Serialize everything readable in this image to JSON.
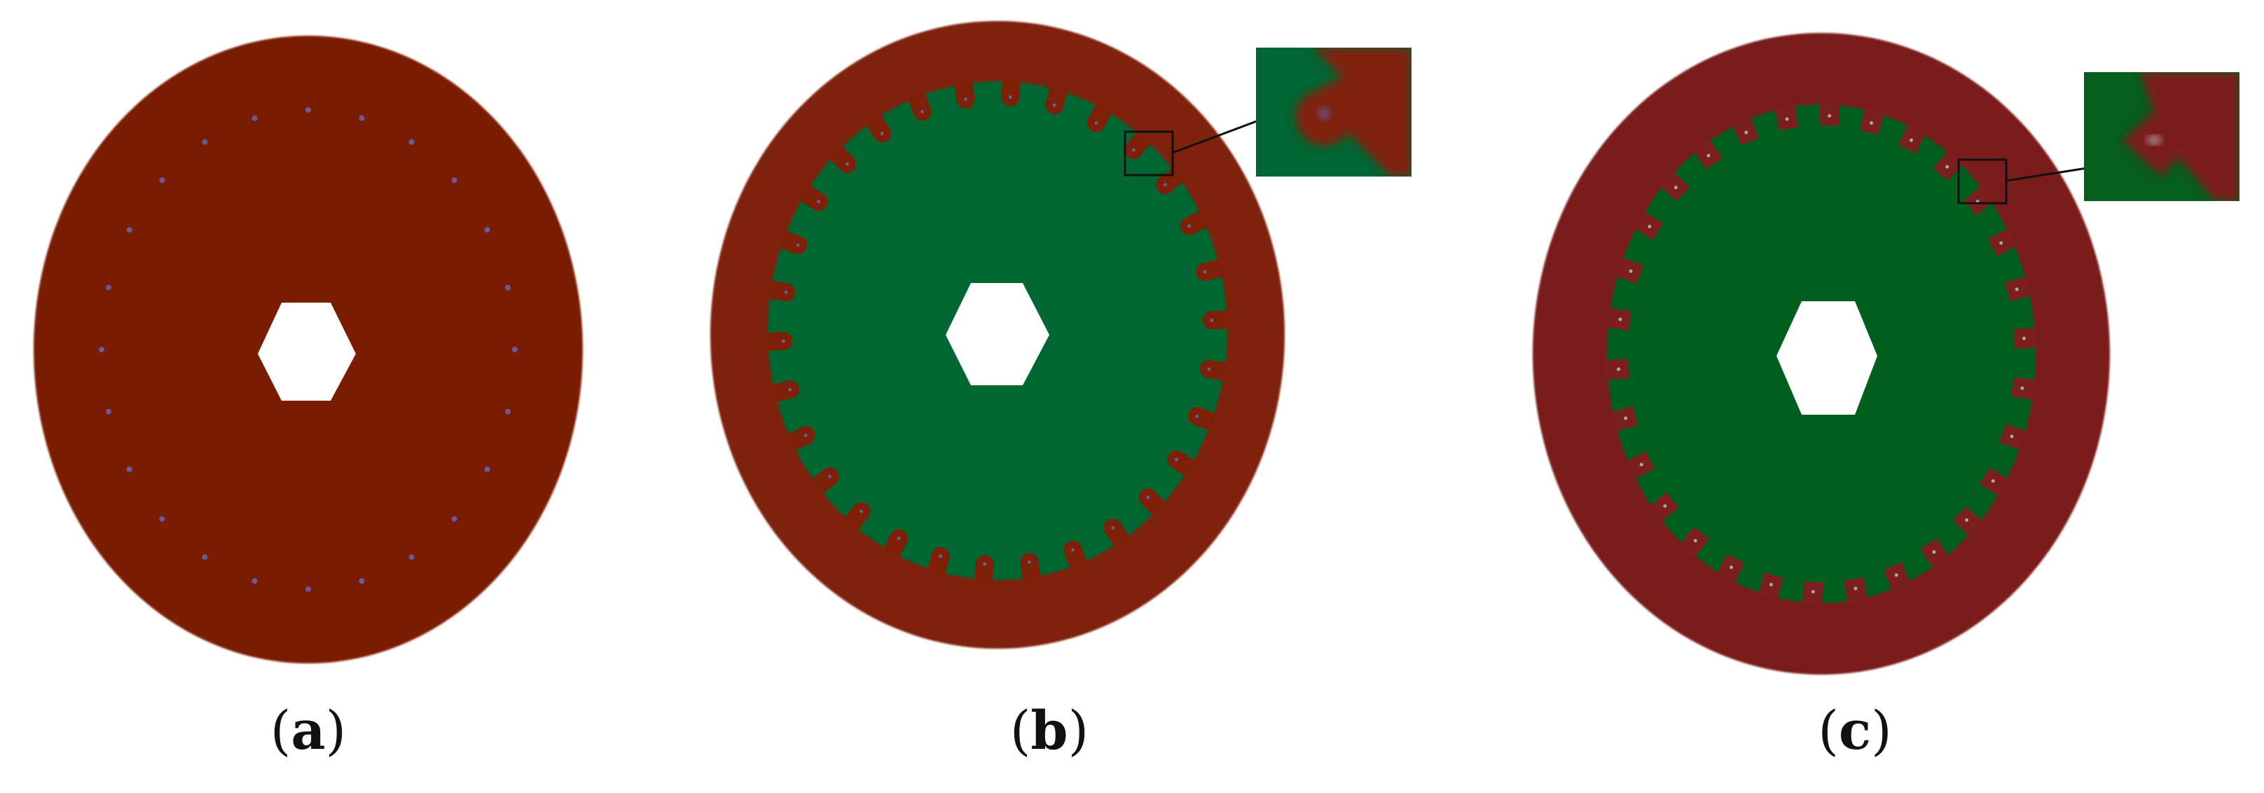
{
  "panels": [
    {
      "id": "a",
      "label": "a",
      "ring_color": "#7a1a05",
      "center_color": null,
      "slot_count": 24,
      "slot_type": "hole-dots",
      "zoom_inset": false
    },
    {
      "id": "b",
      "label": "b",
      "ring_color": "#7e2007",
      "center_color": "#006633",
      "slot_count": 30,
      "slot_type": "rounded",
      "zoom_inset": true
    },
    {
      "id": "c",
      "label": "c",
      "ring_color": "#7a1f1d",
      "center_color": "#055e1b",
      "slot_count": 30,
      "slot_type": "square",
      "zoom_inset": true
    }
  ],
  "colors": {
    "hole_dot": "#6b5a9a",
    "hole_dot_c": "#b0a6a8",
    "frame": "#111111",
    "background": "#ffffff"
  }
}
